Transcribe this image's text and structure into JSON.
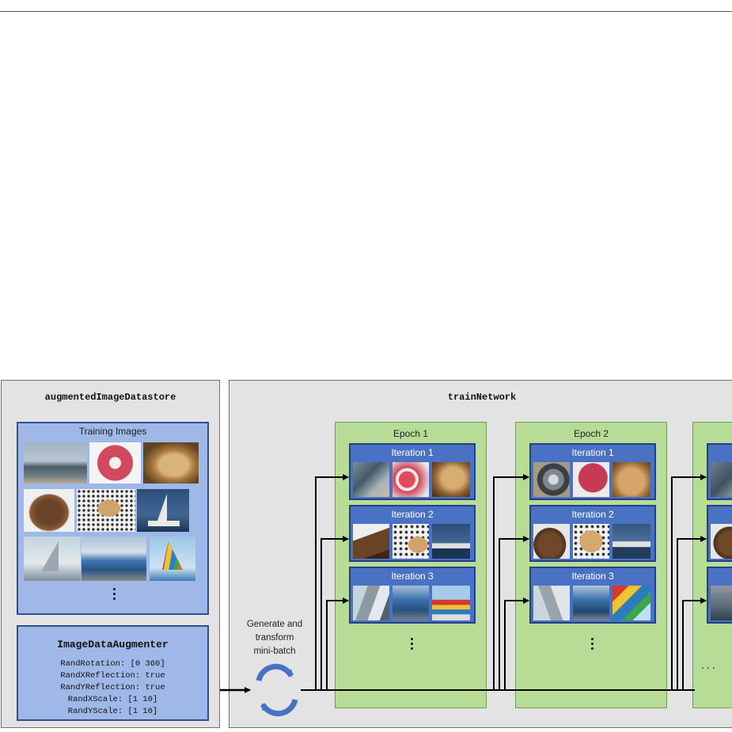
{
  "datastore": {
    "title": "augmentedImageDatastore",
    "training_images_label": "Training Images",
    "augmenter": {
      "title": "ImageDataAugmenter",
      "lines": [
        "RandRotation: [0 360]",
        "RandXReflection: true",
        "RandYReflection: true",
        "RandXScale: [1 10]",
        "RandYScale: [1 10]"
      ]
    }
  },
  "generate_label_lines": [
    "Generate and",
    "transform",
    "mini-batch"
  ],
  "train_network": {
    "title": "trainNetwork",
    "epoch1": {
      "label": "Epoch 1",
      "iterations": [
        "Iteration 1",
        "Iteration 2",
        "Iteration 3"
      ]
    },
    "epoch2": {
      "label": "Epoch 2",
      "iterations": [
        "Iteration 1",
        "Iteration 2",
        "Iteration 3"
      ]
    },
    "continuation": "..."
  },
  "colors": {
    "panel_gray": "#e3e3e3",
    "training_blue": "#9fb8e8",
    "epoch_green": "#b6dc96",
    "iteration_blue": "#4a72c4",
    "cycle_blue": "#4472c4"
  },
  "icons": [
    "refresh-cycle-icon",
    "arrow-right-icon",
    "vertical-ellipsis-icon"
  ]
}
